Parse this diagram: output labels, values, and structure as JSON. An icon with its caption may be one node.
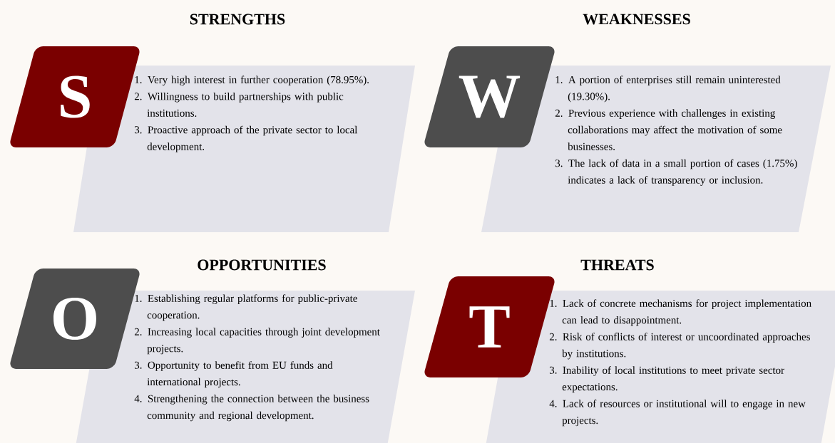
{
  "diagram": {
    "nodes": [
      {
        "text": [
          "S"
        ]
      },
      {
        "text": [
          "STRENGTHS",
          "1. Very high interest in further cooperation (78.95%).",
          "2. Willingness to build partnerships with public institutions.",
          "3. Proactive approach of the private sector to local development."
        ]
      },
      {
        "text": [
          "W"
        ]
      },
      {
        "text": [
          "WEAKNESSES",
          "1. A portion of enterprises still remain uninterested (19.30%).",
          "2. Previous experience with challenges in existing collaborations may affect the motivation of some businesses.",
          "3. The lack of data in a small portion of cases (1.75%) indicates a lack of transparency or inclusion."
        ]
      },
      {
        "text": [
          "O"
        ]
      },
      {
        "text": [
          "OPPORTUNITIES",
          "1. Establishing regular platforms for public-private cooperation.",
          "2. Increasing local capacities through joint development projects.",
          "3. Opportunity to benefit from EU funds and international projects.",
          "4. Strengthening the connection between the business community and regional development."
        ]
      },
      {
        "text": [
          "T"
        ]
      },
      {
        "text": [
          "THREATS",
          "1. Lack of concrete mechanisms for project implementation can lead to disappointment.",
          "2. Risk of conflicts of interest or uncoordinated approaches by institutions.",
          "3. Inability of local institutions to meet private sector expectations.",
          "4. Lack of resources or institutional will to engage in new projects."
        ]
      }
    ]
  }
}
